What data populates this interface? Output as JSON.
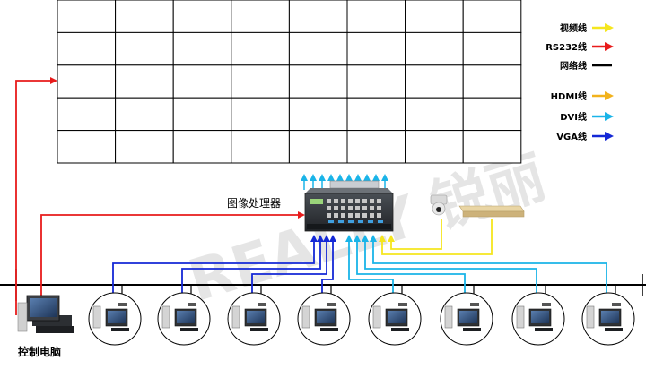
{
  "legend": [
    {
      "label": "视频线",
      "color": "#f5e61e",
      "icon": "arrow-right-icon"
    },
    {
      "label": "RS232线",
      "color": "#e81b1b",
      "icon": "arrow-right-icon"
    },
    {
      "label": "网络线",
      "color": "#000000",
      "icon": "line-icon"
    },
    {
      "label": "HDMI线",
      "color": "#f2b21c",
      "icon": "arrow-right-icon"
    },
    {
      "label": "DVI线",
      "color": "#1ab4e8",
      "icon": "arrow-right-icon"
    },
    {
      "label": "VGA线",
      "color": "#1428d6",
      "icon": "arrow-right-icon"
    }
  ],
  "video_wall": {
    "rows": 5,
    "cols": 8
  },
  "processor": {
    "label": "图像处理器"
  },
  "control_pc": {
    "label": "控制电脑"
  },
  "watermark": {
    "text": "REALLY 锐丽"
  },
  "workstations": [
    {
      "cable": "VGA",
      "color": "#1428d6"
    },
    {
      "cable": "VGA",
      "color": "#1428d6"
    },
    {
      "cable": "VGA",
      "color": "#1428d6"
    },
    {
      "cable": "VGA",
      "color": "#1428d6"
    },
    {
      "cable": "DVI",
      "color": "#1ab4e8"
    },
    {
      "cable": "DVI",
      "color": "#1ab4e8"
    },
    {
      "cable": "DVI",
      "color": "#1ab4e8"
    },
    {
      "cable": "DVI",
      "color": "#1ab4e8"
    }
  ]
}
